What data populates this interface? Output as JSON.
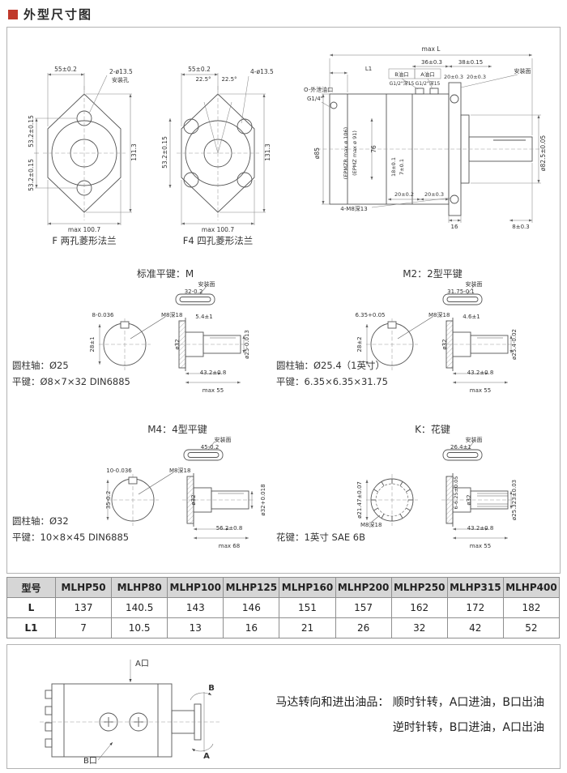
{
  "page": {
    "title": "外型尺寸图",
    "accent_color": "#c0392b",
    "border_color": "#b3b3b3",
    "table_header_bg": "#d6d6d6"
  },
  "drawings": {
    "f": {
      "d55": "55±0.2",
      "holes": "2-ø13.5",
      "mount_hole": "安装孔",
      "d53a": "53.2±0.15",
      "d53b": "53.2±0.15",
      "d131": "131.3",
      "dmax": "max 100.7",
      "caption": "F 两孔菱形法兰"
    },
    "f4": {
      "d55": "55±0.2",
      "a1": "22.5°",
      "a2": "22.5°",
      "holes": "4-ø13.5",
      "d53": "53.2±0.15",
      "d131": "131.3",
      "dmax": "max 100.7",
      "caption": "F4 四孔菱形法兰"
    },
    "side": {
      "maxl": "max L",
      "l1": "L1",
      "d36": "36±0.3",
      "d38": "38±0.15",
      "bport": "B油口",
      "aport": "A油口",
      "g12a": "G1/2\"深15",
      "g12b": "G1/2\"深15",
      "d20a": "20±0.3",
      "d20b": "20±0.3",
      "mount": "安装面",
      "drain1": "O-外泄油口",
      "drain2": "G1/4\"",
      "epmzr": "(EPMZR max ø 106)",
      "epmz": "(EPMZ max ø 91)",
      "d85": "ø85",
      "d76": "76",
      "d18": "18±0.1",
      "d7": "7±0.1",
      "m8": "4-M8深13",
      "d20c": "20±0.2",
      "d20d": "20±0.3",
      "d16": "16",
      "d8": "8±0.3",
      "d825": "ø82.5±0.05"
    },
    "m": {
      "title": "标准平键：M",
      "mount": "安装面",
      "slot": "32-0.2",
      "key_w": "8-0.036",
      "m8": "M8深18",
      "depth": "5.4±1",
      "d28": "28±1",
      "d32": "ø32",
      "d25": "ø25-0.013",
      "d432": "43.2±0.8",
      "max": "max 55",
      "axis_label": "圆柱轴：Ø25",
      "key_label": "平键：Ø8×7×32 DIN6885"
    },
    "m2": {
      "title": "M2：2型平键",
      "mount": "安装面",
      "slot": "31.75-0.1",
      "key_w": "6.35+0.05",
      "m8": "M8深18",
      "depth": "4.6±1",
      "d28": "28±2",
      "d32": "ø32",
      "d25": "ø25.4-0.02",
      "d432": "43.2±0.8",
      "max": "max 55",
      "axis_label": "圆柱轴：Ø25.4（1英寸）",
      "key_label": "平键：6.35×6.35×31.75"
    },
    "m4": {
      "title": "M4：4型平键",
      "mount": "安装面",
      "slot": "45-0.2",
      "key_w": "10-0.036",
      "m8": "M8深18",
      "d35": "35-0.2",
      "d32": "ø32",
      "d32b": "ø32+0.018",
      "d562": "56.2±0.8",
      "max": "max 68",
      "axis_label": "圆柱轴：Ø32",
      "key_label": "平键：10×8×45 DIN6885"
    },
    "k": {
      "title": "K：花键",
      "mount": "安装面",
      "d264": "26.4±1",
      "m8": "M8深18",
      "d2147": "ø21.47±0.07",
      "d6": "6-6.25±0.05",
      "d32": "ø32",
      "d25323": "ø25.323±0.03",
      "d432": "43.2±0.8",
      "max": "max 55",
      "spline_label": "花键：1英寸 SAE 6B"
    }
  },
  "table": {
    "header": [
      "型号",
      "MLHP50",
      "MLHP80",
      "MLHP100",
      "MLHP125",
      "MLHP160",
      "MLHP200",
      "MLHP250",
      "MLHP315",
      "MLHP400"
    ],
    "rows": [
      {
        "label": "L",
        "values": [
          "137",
          "140.5",
          "143",
          "146",
          "151",
          "157",
          "162",
          "172",
          "182"
        ]
      },
      {
        "label": "L1",
        "values": [
          "7",
          "10.5",
          "13",
          "16",
          "21",
          "26",
          "32",
          "42",
          "52"
        ]
      }
    ]
  },
  "bottom": {
    "port_a": "A口",
    "port_b": "B口",
    "arrow_b": "B",
    "arrow_a": "A",
    "line1": "马达转向和进出油品： 顺时针转，A口进油，B口出油",
    "line2": "逆时针转，B口进油，A口出油"
  }
}
